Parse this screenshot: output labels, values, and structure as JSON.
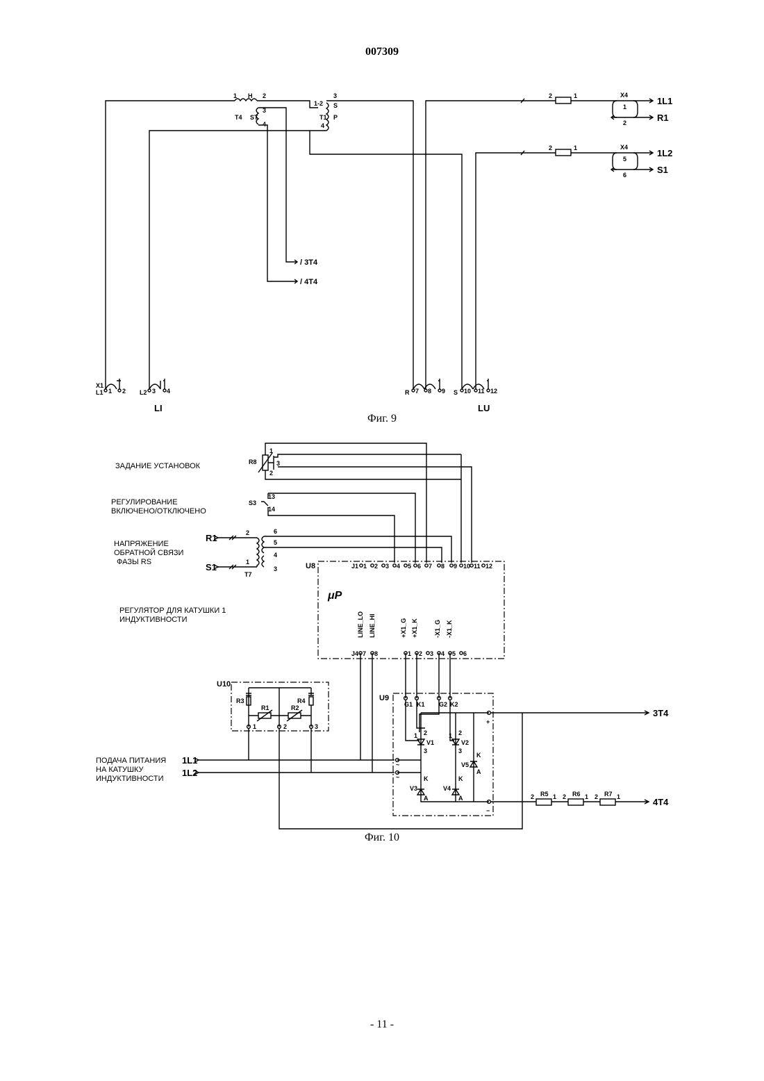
{
  "header": {
    "doc_number": "007309"
  },
  "fig9": {
    "caption": "Фиг. 9",
    "labels": {
      "t4": "T4",
      "st": "ST",
      "h": "H",
      "t4_p1": "1",
      "t4_p2": "2",
      "t4_p3": "3",
      "t4_p4": "4",
      "t1": "T1",
      "s": "S",
      "p": "P",
      "t1_12": "1-2",
      "t1_3": "3",
      "t1_4": "4",
      "out_3t4": "/ 3T4",
      "out_4t4": "/ 4T4",
      "x4a": "X4",
      "fuse1_2": "2",
      "fuse1_1": "1",
      "x4a_1": "1",
      "x4a_2": "2",
      "out_1l1": "1L1",
      "out_r1": "R1",
      "x4b": "X4",
      "fuse2_2": "2",
      "fuse2_1": "1",
      "x4b_5": "5",
      "x4b_6": "6",
      "out_1l2": "1L2",
      "out_s1": "S1",
      "x1": "X1",
      "l1": "L1",
      "term1": "1",
      "term2": "2",
      "l2": "L2",
      "term3": "3",
      "term4": "4",
      "r": "R",
      "term7": "7",
      "term8": "8",
      "term9": "9",
      "s_in": "S",
      "term10": "10",
      "term11": "11",
      "term12": "12",
      "li": "LI",
      "lu": "LU"
    }
  },
  "fig10": {
    "caption": "Фиг. 10",
    "desc": {
      "settings": "ЗАДАНИЕ УСТАНОВОК",
      "regulation_1": "РЕГУЛИРОВАНИЕ",
      "regulation_2": "ВКЛЮЧЕНО/ОТКЛЮЧЕНО",
      "feedback_1": "НАПРЯЖЕНИЕ",
      "feedback_2": "ОБРАТНОЙ СВЯЗИ",
      "feedback_3": "ФАЗЫ RS",
      "controller_1": "РЕГУЛЯТОР ДЛЯ КАТУШКИ 1",
      "controller_2": "ИНДУКТИВНОСТИ",
      "supply_1": "ПОДАЧА ПИТАНИЯ",
      "supply_2": "НА КАТУШКУ",
      "supply_3": "ИНДУКТИВНОСТИ"
    },
    "labels": {
      "r8": "R8",
      "r8_1": "1",
      "r8_2": "2",
      "r8_3": "3",
      "s3": "S3",
      "s3_13": "13",
      "s3_14": "14",
      "r1_in": "R1",
      "s1_in": "S1",
      "t7": "T7",
      "t7_1": "1",
      "t7_2": "2",
      "t7_3": "3",
      "t7_4": "4",
      "t7_5": "5",
      "t7_6": "6",
      "u8": "U8",
      "up": "μP",
      "j1": "J1",
      "j4": "J4",
      "j1_pins": [
        "1",
        "2",
        "3",
        "4",
        "5",
        "6",
        "7",
        "8",
        "9",
        "10",
        "11",
        "12"
      ],
      "line_lo": "LINE_LO",
      "line_hi": "LINE_HI",
      "xg_p": "+X1_G",
      "xk_p": "+X1_K",
      "xg_m": "-X1_G",
      "xk_m": "-X1_K",
      "j4_pins": [
        "7",
        "8",
        "1",
        "2",
        "3",
        "4",
        "5",
        "6"
      ],
      "u10": "U10",
      "r3": "R3",
      "r4": "R4",
      "r1": "R1",
      "r2": "R2",
      "u10_1": "1",
      "u10_2": "2",
      "u10_3": "3",
      "u9": "U9",
      "g1": "G1",
      "k1": "K1",
      "g2": "G2",
      "k2": "K2",
      "v1": "V1",
      "v2": "V2",
      "v3": "V3",
      "v4": "V4",
      "v5": "V5",
      "k": "K",
      "a": "A",
      "plus": "+",
      "minus": "−",
      "tilde": "~",
      "in_1l1": "1L1",
      "in_1l2": "1L2",
      "r5": "R5",
      "r6": "R6",
      "r7": "R7",
      "r_2": "2",
      "r_1": "1",
      "out_3t4": "3T4",
      "out_4t4": "4T4"
    }
  },
  "footer": {
    "page": "- 11 -"
  }
}
